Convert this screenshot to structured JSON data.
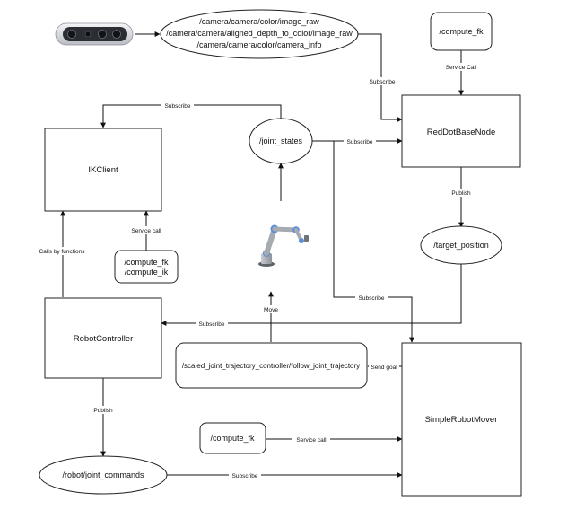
{
  "nodes": {
    "camera_topics": {
      "lines": [
        "/camera/camera/color/image_raw",
        "/camera/camera/aligned_depth_to_color/image_raw",
        "/camera/camera/color/camera_info"
      ]
    },
    "compute_fk_top": "/compute_fk",
    "red_dot_base_node": "RedDotBaseNode",
    "joint_states": "/joint_states",
    "ik_client": "IKClient",
    "ik_services": {
      "lines": [
        "/compute_fk",
        "/compute_ik"
      ]
    },
    "target_position": "/target_position",
    "robot_controller": "RobotController",
    "follow_joint_trajectory": "/scaled_joint_trajectory_controller/follow_joint_trajectory",
    "compute_fk_bottom": "/compute_fk",
    "simple_robot_mover": "SimpleRobotMover",
    "robot_joint_commands": "/robot/joint_commands"
  },
  "edges": {
    "camera_subscribe": "Subscribe",
    "fk_service_call": "Service Call",
    "joint_states_to_ik_subscribe": "Subscribe",
    "joint_states_to_reddot_subscribe": "Subscribe",
    "reddot_publish": "Publish",
    "ik_service_call": "Service call",
    "calls_by_functions": "Calls by functions",
    "joint_states_to_mover_subscribe": "Subscribe",
    "target_to_controller_subscribe": "Subscribe",
    "move": "Move",
    "send_goal": "Send goal",
    "controller_publish": "Publish",
    "fk_bottom_service_call": "Service call",
    "joint_commands_subscribe": "Subscribe"
  },
  "icons": {
    "camera": "depth-camera-icon",
    "robot": "robot-arm-icon"
  },
  "colors": {
    "line": "#111111",
    "robot_joint": "#5b8fd6"
  }
}
